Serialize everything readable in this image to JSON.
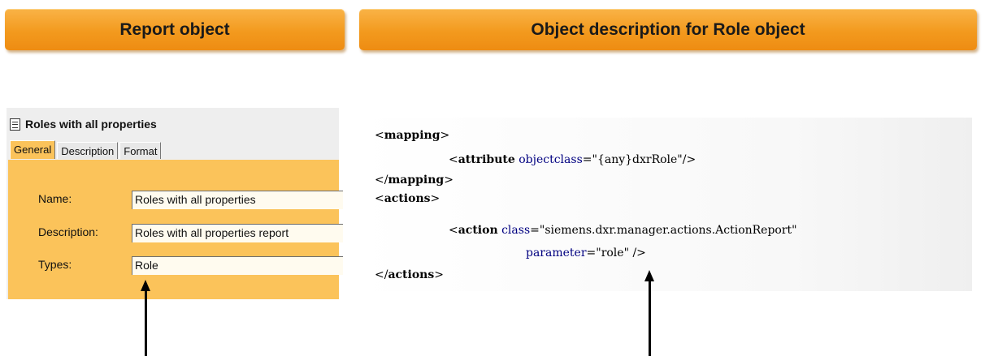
{
  "banners": {
    "left": "Report object",
    "right": "Object description for Role object"
  },
  "report": {
    "title": "Roles with all properties",
    "tabs": [
      "General",
      "Description",
      "Format"
    ],
    "fields": {
      "name": {
        "label": "Name:",
        "value": "Roles with all properties"
      },
      "description": {
        "label": "Description:",
        "value": "Roles with all properties report"
      },
      "types": {
        "label": "Types:",
        "value": "Role"
      }
    }
  },
  "code": {
    "mapping_open": "mapping",
    "attribute_tag": "attribute",
    "attribute_name": "objectclass",
    "attribute_value": "\"{any}dxrRole\"",
    "mapping_close": "mapping",
    "actions_open": "actions",
    "action_tag": "action",
    "class_name": "class",
    "class_value": "\"siemens.dxr.manager.actions.ActionReport\"",
    "parameter_name": "parameter",
    "parameter_value": "\"role\"",
    "actions_close": "actions"
  },
  "colors": {
    "banner": "#f39a1e",
    "form_background": "#fbc35a",
    "xml_attribute": "#000080"
  }
}
